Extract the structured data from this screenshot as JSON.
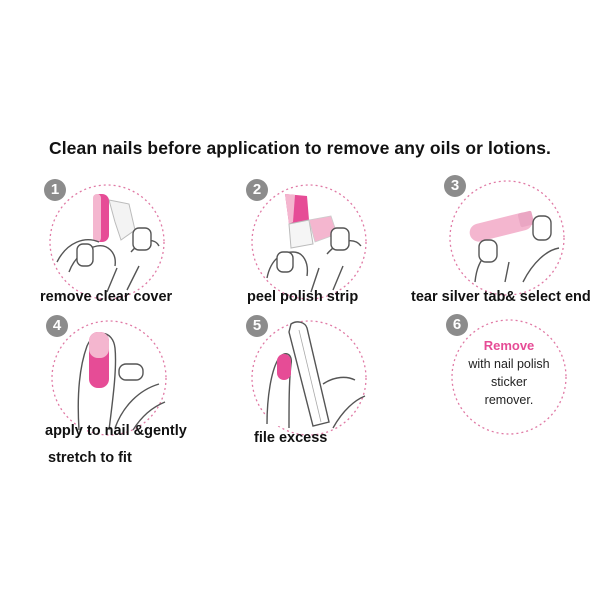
{
  "headline": "Clean nails before application to remove any oils or lotions.",
  "colors": {
    "accent": "#e64c96",
    "accent_light": "#f4b6cf",
    "badge": "#8c8c8c",
    "dash": "#e07aa5"
  },
  "steps": [
    {
      "number": "1",
      "caption": "remove clear cover"
    },
    {
      "number": "2",
      "caption": "peel polish strip"
    },
    {
      "number": "3",
      "caption": "tear silver tab& select end"
    },
    {
      "number": "4",
      "caption_line1": "apply to nail &gently",
      "caption_line2": "stretch to fit"
    },
    {
      "number": "5",
      "caption": "file  excess"
    },
    {
      "number": "6",
      "note_highlight": "Remove",
      "note_line1": "with nail polish",
      "note_line2": "sticker",
      "note_line3": "remover."
    }
  ]
}
